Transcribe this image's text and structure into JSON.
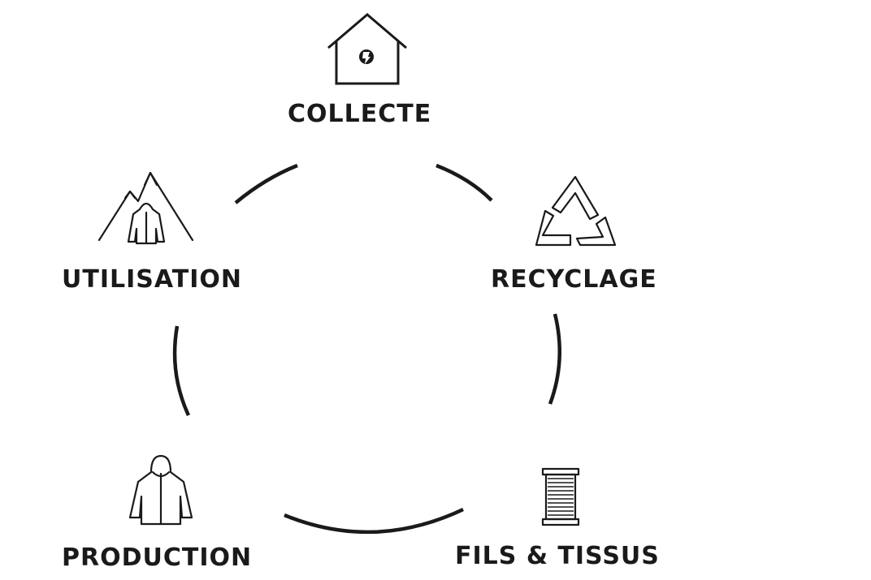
{
  "stages": {
    "collecte": {
      "label": "COLLECTE",
      "icon": "house-icon"
    },
    "recyclage": {
      "label": "RECYCLAGE",
      "icon": "recycle-icon"
    },
    "fils_tissus": {
      "label": "FILS & TISSUS",
      "icon": "thread-spool-icon"
    },
    "production": {
      "label": "PRODUCTION",
      "icon": "jacket-icon"
    },
    "utilisation": {
      "label": "UTILISATION",
      "icon": "mountain-jacket-icon"
    }
  },
  "colors": {
    "ink": "#1a1a1a",
    "background": "#ffffff"
  }
}
